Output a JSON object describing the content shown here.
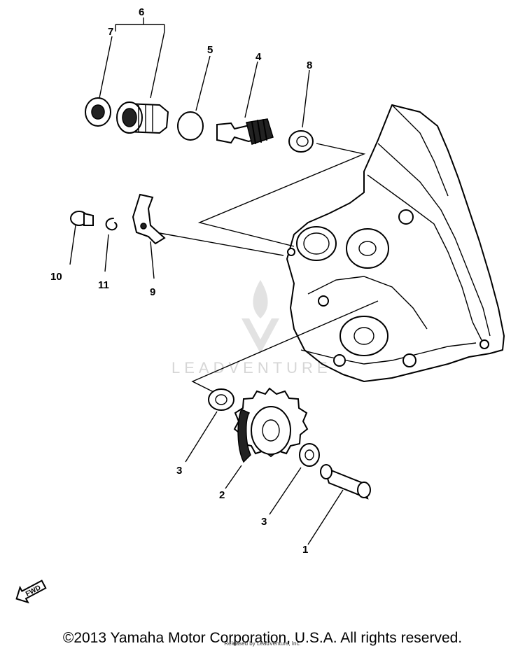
{
  "watermark": {
    "brand": "LEADVENTURE"
  },
  "callouts": {
    "c1": "1",
    "c2": "2",
    "c3a": "3",
    "c3b": "3",
    "c4": "4",
    "c5": "5",
    "c6": "6",
    "c7": "7",
    "c8": "8",
    "c9": "9",
    "c10": "10",
    "c11": "11"
  },
  "fwd_label": "FWD",
  "footer": {
    "copyright": "©2013 Yamaha Motor Corporation, U.S.A. All rights reserved.",
    "released": "Released by LeadVenture, Inc."
  }
}
